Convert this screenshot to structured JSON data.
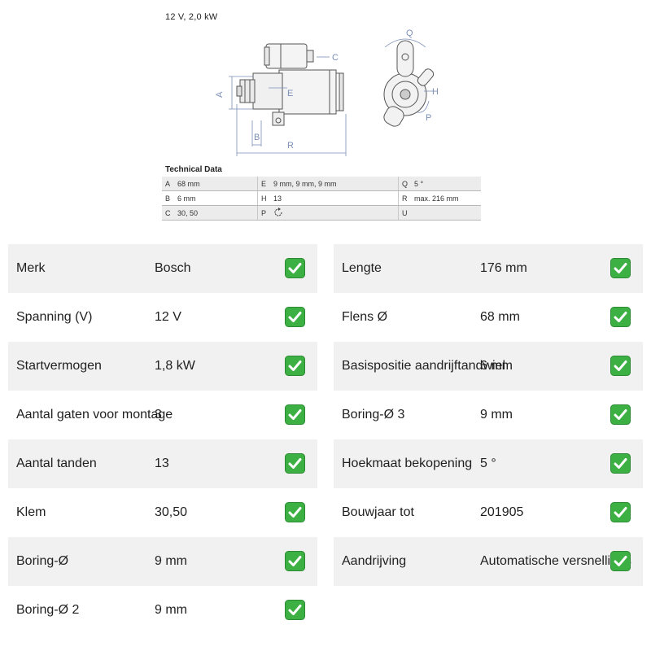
{
  "header": {
    "subtitle": "12 V, 2,0 kW"
  },
  "drawing": {
    "labels": {
      "a": "A",
      "b": "B",
      "c": "C",
      "e": "E",
      "h": "H",
      "p": "P",
      "q": "Q",
      "r": "R"
    }
  },
  "technical": {
    "title": "Technical Data",
    "rows": [
      [
        {
          "k": "A",
          "v": "68 mm"
        },
        {
          "k": "E",
          "v": "9 mm, 9 mm, 9 mm"
        },
        {
          "k": "Q",
          "v": "5 °"
        }
      ],
      [
        {
          "k": "B",
          "v": "6 mm"
        },
        {
          "k": "H",
          "v": "13"
        },
        {
          "k": "R",
          "v": "max. 216 mm"
        }
      ],
      [
        {
          "k": "C",
          "v": "30, 50"
        },
        {
          "k": "P",
          "v": ""
        },
        {
          "k": "U",
          "v": ""
        }
      ]
    ]
  },
  "specs": {
    "left": [
      {
        "label": "Merk",
        "value": "Bosch"
      },
      {
        "label": "Spanning (V)",
        "value": "12 V"
      },
      {
        "label": "Startvermogen",
        "value": "1,8 kW"
      },
      {
        "label": "Aantal gaten voor montage",
        "value": "3"
      },
      {
        "label": "Aantal tanden",
        "value": "13"
      },
      {
        "label": "Klem",
        "value": "30,50"
      },
      {
        "label": "Boring-Ø",
        "value": "9 mm"
      },
      {
        "label": "Boring-Ø 2",
        "value": "9 mm"
      }
    ],
    "right": [
      {
        "label": "Lengte",
        "value": "176 mm"
      },
      {
        "label": "Flens Ø",
        "value": "68 mm"
      },
      {
        "label": "Basispositie aandrijftandwiel",
        "value": "6 mm"
      },
      {
        "label": "Boring-Ø 3",
        "value": "9 mm"
      },
      {
        "label": "Hoekmaat bekopening",
        "value": "5 °"
      },
      {
        "label": "Bouwjaar tot",
        "value": "201905"
      },
      {
        "label": "Aandrijving",
        "value": "Automatische versnellings"
      }
    ]
  },
  "colors": {
    "check_bg": "#3cb043",
    "zebra": "#f1f1f1",
    "dim_line": "#7a8fb8"
  }
}
